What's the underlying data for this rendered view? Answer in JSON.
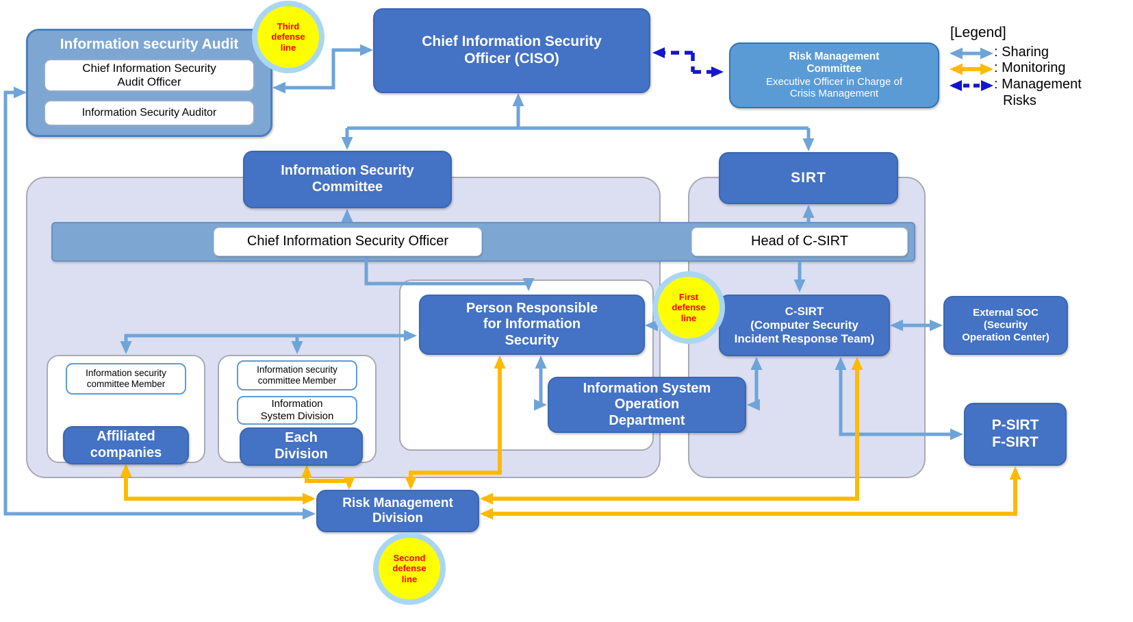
{
  "palette": {
    "sharing_arrow": "#6FA4D8",
    "monitoring_arrow": "#FFBA00",
    "management_risks_arrow": "#1515D0",
    "primary_box": "#4472C4",
    "band_fill": "#7EA6D3",
    "container_fill": "#DBDFF1",
    "rmc_fill": "#5B9BD5",
    "badge_fill": "#FFFF00",
    "badge_ring": "#A9D6F5",
    "badge_text": "#FF0000"
  },
  "legend": {
    "title": "[Legend]",
    "items": [
      {
        "icon": "sharing-arrow",
        "label": ": Sharing"
      },
      {
        "icon": "monitoring-arrow",
        "label": ": Monitoring"
      },
      {
        "icon": "management-risks-arrow",
        "label_line1": ": Management",
        "label_line2": "Risks"
      }
    ]
  },
  "badges": {
    "third": {
      "lines": [
        "Third",
        "defense",
        "line"
      ]
    },
    "first": {
      "lines": [
        "First",
        "defense",
        "line"
      ]
    },
    "second": {
      "lines": [
        "Second",
        "defense",
        "line"
      ]
    }
  },
  "boxes": {
    "audit": {
      "title": "Information security Audit",
      "officer_lines": [
        "Chief Information Security",
        "Audit Officer"
      ],
      "auditor": "Information Security Auditor"
    },
    "ciso": {
      "lines": [
        "Chief Information Security",
        "Officer (CISO)"
      ]
    },
    "rmc": {
      "title_lines": [
        "Risk Management",
        "Committee"
      ],
      "subtitle_lines": [
        "Executive Officer in Charge of",
        "Crisis Management"
      ]
    },
    "isc": {
      "lines": [
        "Information Security",
        "Committee"
      ]
    },
    "sirt": {
      "label": "SIRT"
    },
    "band": {
      "left_label": "Chief Information Security Officer",
      "right_label": "Head of C-SIRT"
    },
    "pris": {
      "lines": [
        "Person Responsible",
        "for Information",
        "Security"
      ]
    },
    "csirt": {
      "lines": [
        "C-SIRT",
        "(Computer Security",
        "Incident Response Team)"
      ]
    },
    "extsoc": {
      "lines": [
        "External SOC",
        "(Security",
        "Operation Center)"
      ]
    },
    "member1": {
      "lines": [
        "Information security",
        "committee Member"
      ]
    },
    "member2": {
      "lines": [
        "Information security",
        "committee Member"
      ]
    },
    "isd": {
      "lines": [
        "Information",
        "System Division"
      ]
    },
    "affiliated": {
      "lines": [
        "Affiliated",
        "companies"
      ]
    },
    "each_division": {
      "lines": [
        "Each",
        "Division"
      ]
    },
    "isod": {
      "lines": [
        "Information System",
        "Operation",
        "Department"
      ]
    },
    "psirt": {
      "lines": [
        "P-SIRT",
        "F-SIRT"
      ]
    },
    "rmd": {
      "lines": [
        "Risk Management",
        "Division"
      ]
    }
  }
}
